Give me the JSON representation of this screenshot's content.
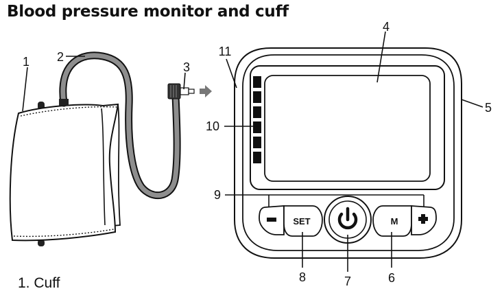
{
  "title": "Blood pressure monitor and cuff",
  "callouts": {
    "c1": "1",
    "c2": "2",
    "c3": "3",
    "c4": "4",
    "c5": "5",
    "c6": "6",
    "c7": "7",
    "c8": "8",
    "c9": "9",
    "c10": "10",
    "c11": "11"
  },
  "buttons": {
    "minus": "−",
    "set": "SET",
    "mem": "M",
    "plus": "+"
  },
  "caption": "1. Cuff",
  "icons": {
    "arrow": "arrow-right-icon",
    "power": "power-icon"
  }
}
